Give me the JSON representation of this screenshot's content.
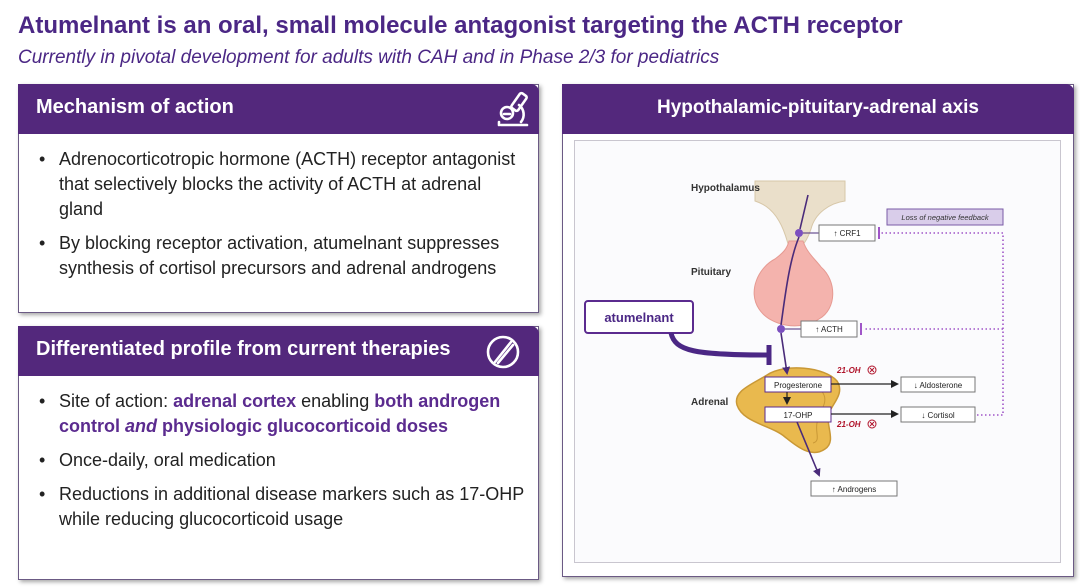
{
  "header": {
    "title": "Atumelnant is an oral, small molecule antagonist targeting the ACTH receptor",
    "subtitle": "Currently in pivotal development for adults with CAH and in Phase 2/3 for pediatrics"
  },
  "mechanism": {
    "title": "Mechanism of action",
    "icon": "microscope-icon",
    "bullets": [
      "Adrenocorticotropic hormone (ACTH) receptor antagonist that selectively blocks the activity of ACTH at adrenal gland",
      "By blocking receptor activation, atumelnant suppresses synthesis of cortisol precursors and adrenal androgens"
    ]
  },
  "profile": {
    "title": "Differentiated profile from current therapies",
    "icon": "pill-icon",
    "bullet1": {
      "t1": "Site of action: ",
      "h1": "adrenal cortex",
      "t2": " enabling ",
      "h2": "both androgen control ",
      "h3": "and",
      "h4": " physiologic glucocorticoid doses"
    },
    "bullet2": "Once-daily, oral medication",
    "bullet3": "Reductions in additional disease markers such as 17-OHP while reducing glucocorticoid usage"
  },
  "axis": {
    "title": "Hypothalamic-pituitary-adrenal axis",
    "hypothalamus": "Hypothalamus",
    "pituitary": "Pituitary",
    "adrenal": "Adrenal",
    "drug": "atumelnant",
    "feedback": "Loss of negative feedback",
    "crf1": "↑ CRF1",
    "acth": "↑ ACTH",
    "progesterone": "Progesterone",
    "ohp": "17-OHP",
    "aldosterone": "↓ Aldosterone",
    "cortisol": "↓ Cortisol",
    "androgens": "↑ Androgens",
    "enzyme1": "21-OH",
    "enzyme2": "21-OH"
  }
}
